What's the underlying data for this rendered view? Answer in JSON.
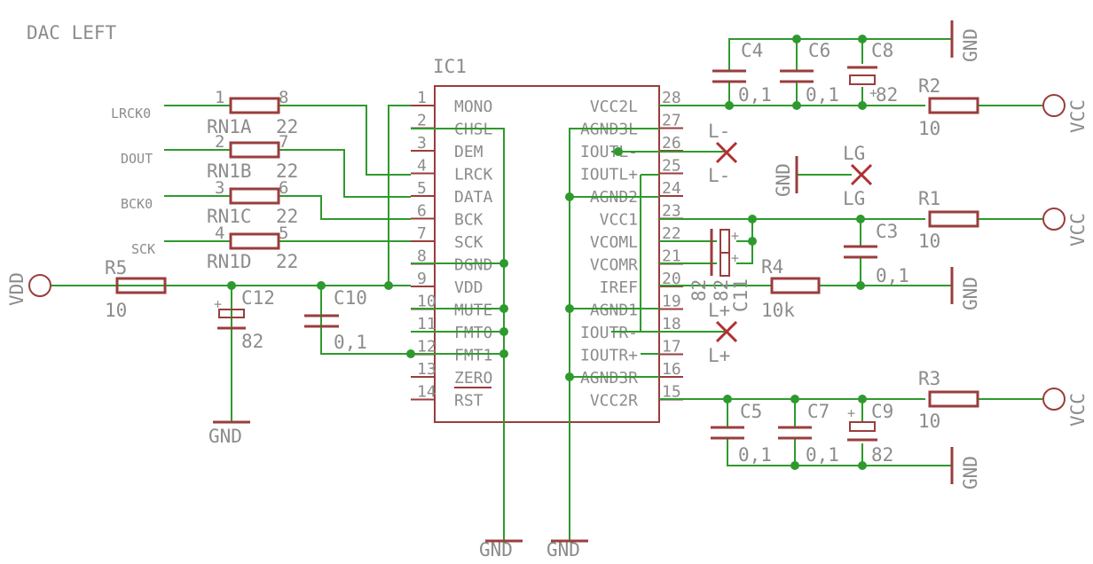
{
  "title": "DAC LEFT",
  "ic": {
    "name": "IC1",
    "left_pins": [
      {
        "num": "1",
        "label": "MONO"
      },
      {
        "num": "2",
        "label": "CHSL"
      },
      {
        "num": "3",
        "label": "DEM"
      },
      {
        "num": "4",
        "label": "LRCK"
      },
      {
        "num": "5",
        "label": "DATA"
      },
      {
        "num": "6",
        "label": "BCK"
      },
      {
        "num": "7",
        "label": "SCK"
      },
      {
        "num": "8",
        "label": "DGND"
      },
      {
        "num": "9",
        "label": "VDD"
      },
      {
        "num": "10",
        "label": "MUTE"
      },
      {
        "num": "11",
        "label": "FMT0"
      },
      {
        "num": "12",
        "label": "FMT1"
      },
      {
        "num": "13",
        "label": "ZERO"
      },
      {
        "num": "14",
        "label": "RST"
      }
    ],
    "right_pins": [
      {
        "num": "28",
        "label": "VCC2L"
      },
      {
        "num": "27",
        "label": "AGND3L"
      },
      {
        "num": "26",
        "label": "IOUTL-"
      },
      {
        "num": "25",
        "label": "IOUTL+"
      },
      {
        "num": "24",
        "label": "AGND2"
      },
      {
        "num": "23",
        "label": "VCC1"
      },
      {
        "num": "22",
        "label": "VCOML"
      },
      {
        "num": "21",
        "label": "VCOMR"
      },
      {
        "num": "20",
        "label": "IREF"
      },
      {
        "num": "19",
        "label": "AGND1"
      },
      {
        "num": "18",
        "label": "IOUTR-"
      },
      {
        "num": "17",
        "label": "IOUTR+"
      },
      {
        "num": "16",
        "label": "AGND3R"
      },
      {
        "num": "15",
        "label": "VCC2R"
      }
    ]
  },
  "signals": {
    "lrck": "LRCK0",
    "dout": "DOUT",
    "bck": "BCK0",
    "sck": "SCK"
  },
  "rn": [
    {
      "name": "RN1A",
      "value": "22",
      "pin_a": "1",
      "pin_b": "8"
    },
    {
      "name": "RN1B",
      "value": "22",
      "pin_a": "2",
      "pin_b": "7"
    },
    {
      "name": "RN1C",
      "value": "22",
      "pin_a": "3",
      "pin_b": "6"
    },
    {
      "name": "RN1D",
      "value": "22",
      "pin_a": "4",
      "pin_b": "5"
    }
  ],
  "power": {
    "vdd": "VDD",
    "vcc": "VCC",
    "gnd": "GND"
  },
  "parts": {
    "r5": {
      "name": "R5",
      "value": "10"
    },
    "c12": {
      "name": "C12",
      "value": "82"
    },
    "c10": {
      "name": "C10",
      "value": "0,1"
    },
    "c4": {
      "name": "C4",
      "value": "0,1"
    },
    "c6": {
      "name": "C6",
      "value": "0,1"
    },
    "c8": {
      "name": "C8",
      "value": "82"
    },
    "r2": {
      "name": "R2",
      "value": "10"
    },
    "r1": {
      "name": "R1",
      "value": "10"
    },
    "c3": {
      "name": "C3",
      "value": "0,1"
    },
    "r4": {
      "name": "R4",
      "value": "10k"
    },
    "c11": {
      "name": "C11",
      "value": "82"
    },
    "c12b": {
      "name": "C12",
      "value": "82"
    },
    "r3": {
      "name": "R3",
      "value": "10"
    },
    "c5": {
      "name": "C5",
      "value": "0,1"
    },
    "c7": {
      "name": "C7",
      "value": "0,1"
    },
    "c9": {
      "name": "C9",
      "value": "82"
    }
  },
  "outputs": {
    "l_minus": "L-",
    "l_plus": "L+",
    "lg": "LG"
  }
}
